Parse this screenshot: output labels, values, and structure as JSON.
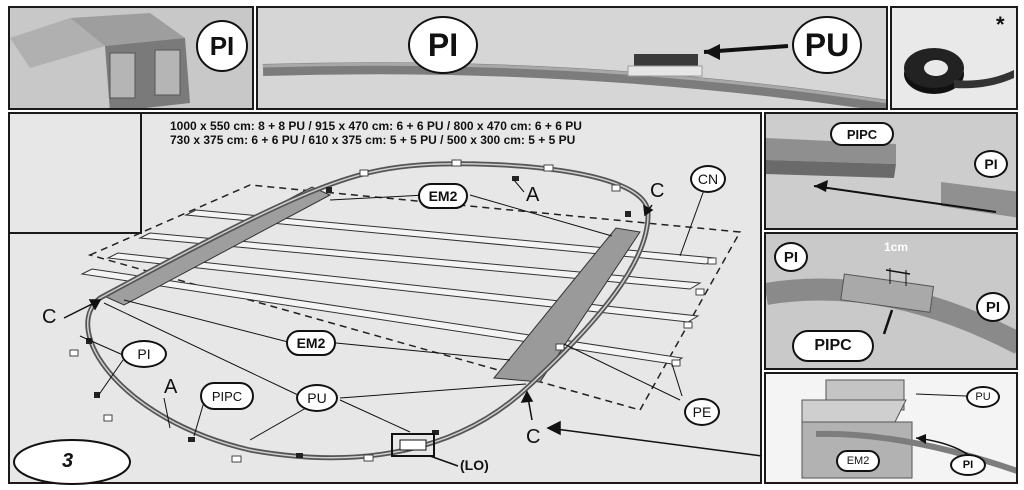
{
  "labels": {
    "pi": "PI",
    "pu": "PU",
    "pipc": "PIPC",
    "em2": "EM2",
    "cn": "CN",
    "pe": "PE",
    "a": "A",
    "c": "C",
    "lo": "(LO)",
    "star": "*",
    "one_cm": "1cm",
    "step": "3"
  },
  "sizes_line1": "1000 x 550 cm: 8 + 8 PU / 915 x 470 cm: 6 + 6 PU / 800 x 470 cm: 6 + 6 PU",
  "sizes_line2": "730 x 375 cm: 6 + 6 PU / 610 x 375 cm: 5 + 5 PU / 500 x 300 cm: 5 + 5 PU",
  "colors": {
    "border": "#1a1a1a",
    "photo_bg": "#cfcfcf",
    "track": "#8a8a8a",
    "strip": "#bdbdbd"
  }
}
